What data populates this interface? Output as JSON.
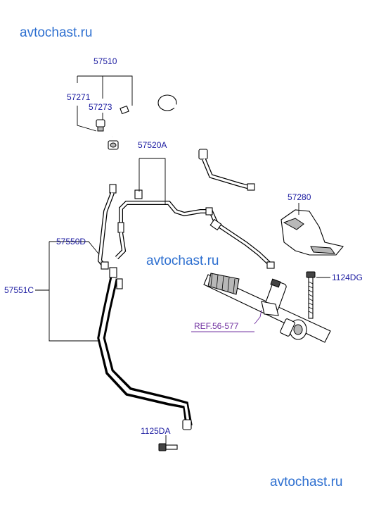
{
  "watermarks": [
    "avtochast.ru",
    "avtochast.ru",
    "avtochast.ru"
  ],
  "parts": {
    "p57510": "57510",
    "p57271": "57271",
    "p57273": "57273",
    "p57520A": "57520A",
    "p57280": "57280",
    "p57550D": "57550D",
    "p57551C": "57551C",
    "p1124DG": "1124DG",
    "p1125DA": "1125DA"
  },
  "reference": "REF.56-577",
  "colors": {
    "label": "#1a1aa0",
    "reference": "#7030a0",
    "watermark": "#2d6fd0"
  }
}
